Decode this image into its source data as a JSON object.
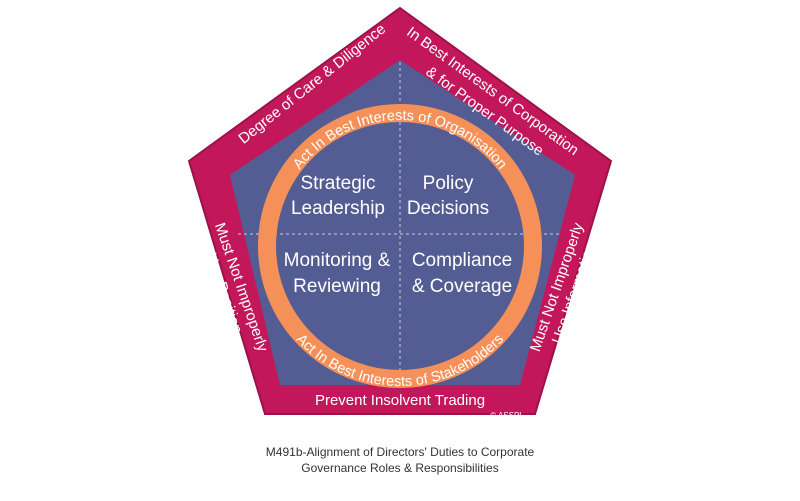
{
  "colors": {
    "outer_fill": "#C2185B",
    "outer_stroke": "#9C1247",
    "inner_fill": "#545D93",
    "ring": "#F59158",
    "text_light": "#FFFFFF",
    "caption": "#333333"
  },
  "pentagon": {
    "sides": {
      "top_left": "Degree of Care & Diligence",
      "top_right_line1": "In Best Interests of Corporation",
      "top_right_line2": "& for Proper Purpose",
      "right_line1": "Must Not Improperly",
      "right_line2": "Use Information",
      "left_line1": "Must Not Improperly",
      "left_line2": "Use Position",
      "bottom": "Prevent Insolvent Trading"
    },
    "copyright": "© ASSPL"
  },
  "ring": {
    "top": "Act In Best Interests of Organisation",
    "bottom": "Act In Best Interests of Stakeholders"
  },
  "quadrants": [
    {
      "line1": "Strategic",
      "line2": "Leadership"
    },
    {
      "line1": "Policy",
      "line2": "Decisions"
    },
    {
      "line1": "Monitoring &",
      "line2": "Reviewing"
    },
    {
      "line1": "Compliance",
      "line2": "& Coverage"
    }
  ],
  "caption": {
    "line1": "M491b-Alignment of Directors' Duties to Corporate",
    "line2": "Governance Roles & Responsibilities"
  }
}
